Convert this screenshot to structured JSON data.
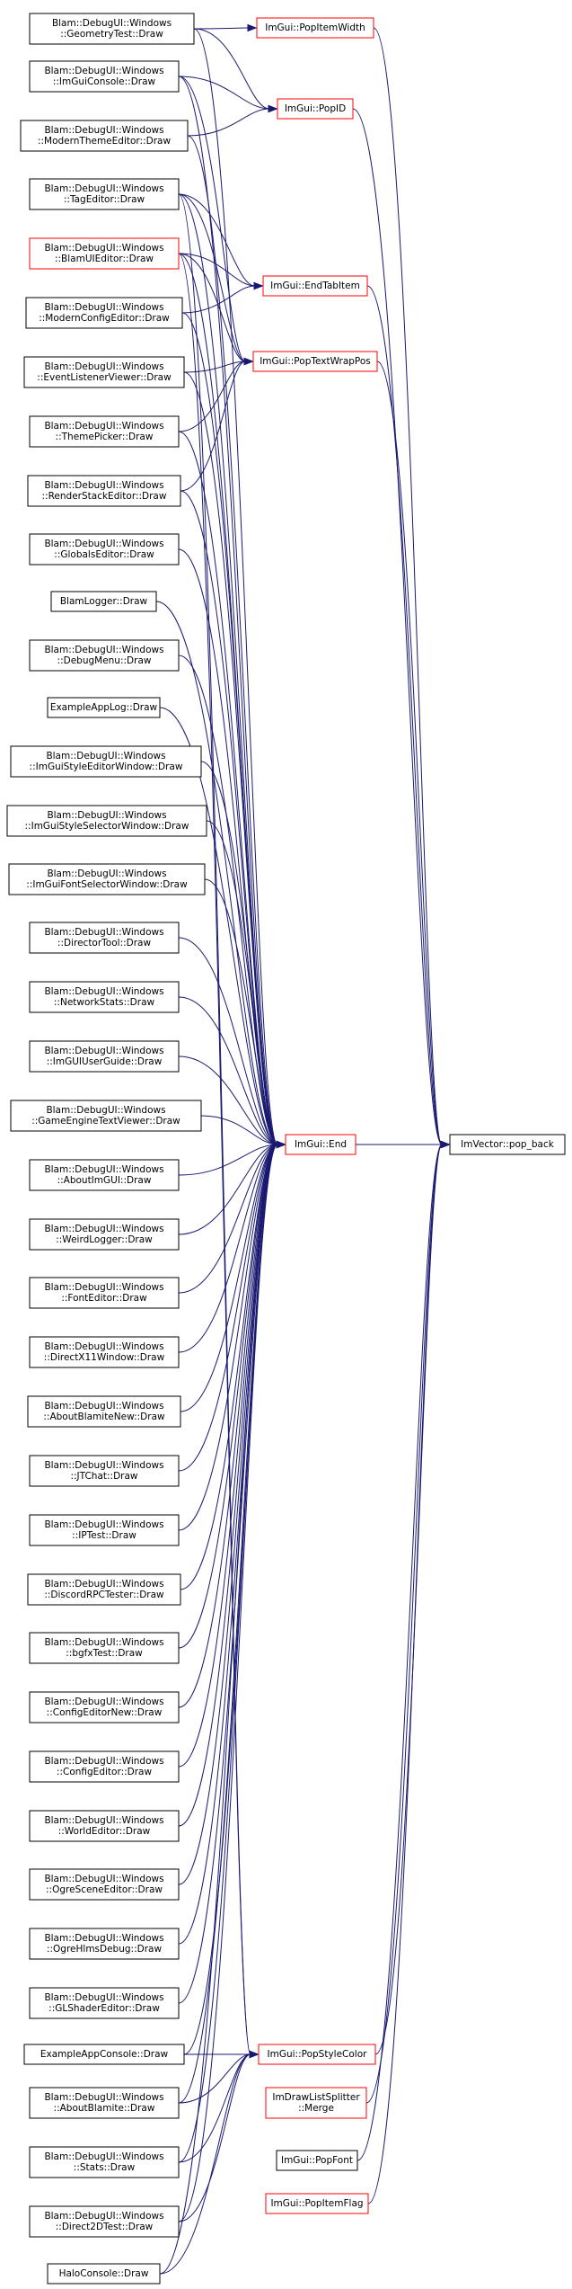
{
  "colors": {
    "edge": "#191970",
    "border_default": "#000000",
    "border_highlight": "#ff0000",
    "fill_selected": "#bfbfbf",
    "fill_default": "#ffffff"
  },
  "nodes": [
    {
      "id": "c1",
      "lines": [
        "Blam::DebugUI::Windows",
        "::GeometryTest::Draw"
      ],
      "border": "black"
    },
    {
      "id": "c2",
      "lines": [
        "Blam::DebugUI::Windows",
        "::ImGuiConsole::Draw"
      ],
      "border": "black"
    },
    {
      "id": "c3",
      "lines": [
        "Blam::DebugUI::Windows",
        "::ModernThemeEditor::Draw"
      ],
      "border": "black"
    },
    {
      "id": "c4",
      "lines": [
        "Blam::DebugUI::Windows",
        "::TagEditor::Draw"
      ],
      "border": "black"
    },
    {
      "id": "c5",
      "lines": [
        "Blam::DebugUI::Windows",
        "::BlamUIEditor::Draw"
      ],
      "border": "red"
    },
    {
      "id": "c6",
      "lines": [
        "Blam::DebugUI::Windows",
        "::ModernConfigEditor::Draw"
      ],
      "border": "black"
    },
    {
      "id": "c7",
      "lines": [
        "Blam::DebugUI::Windows",
        "::EventListenerViewer::Draw"
      ],
      "border": "black"
    },
    {
      "id": "c8",
      "lines": [
        "Blam::DebugUI::Windows",
        "::ThemePicker::Draw"
      ],
      "border": "black"
    },
    {
      "id": "c9",
      "lines": [
        "Blam::DebugUI::Windows",
        "::RenderStackEditor::Draw"
      ],
      "border": "black"
    },
    {
      "id": "c10",
      "lines": [
        "Blam::DebugUI::Windows",
        "::GlobalsEditor::Draw"
      ],
      "border": "black"
    },
    {
      "id": "c11",
      "lines": [
        "BlamLogger::Draw"
      ],
      "border": "black"
    },
    {
      "id": "c12",
      "lines": [
        "Blam::DebugUI::Windows",
        "::DebugMenu::Draw"
      ],
      "border": "black"
    },
    {
      "id": "c13",
      "lines": [
        "ExampleAppLog::Draw"
      ],
      "border": "black"
    },
    {
      "id": "c14",
      "lines": [
        "Blam::DebugUI::Windows",
        "::ImGuiStyleEditorWindow::Draw"
      ],
      "border": "black"
    },
    {
      "id": "c15",
      "lines": [
        "Blam::DebugUI::Windows",
        "::ImGuiStyleSelectorWindow::Draw"
      ],
      "border": "black"
    },
    {
      "id": "c16",
      "lines": [
        "Blam::DebugUI::Windows",
        "::ImGuiFontSelectorWindow::Draw"
      ],
      "border": "black"
    },
    {
      "id": "c17",
      "lines": [
        "Blam::DebugUI::Windows",
        "::DirectorTool::Draw"
      ],
      "border": "black"
    },
    {
      "id": "c18",
      "lines": [
        "Blam::DebugUI::Windows",
        "::NetworkStats::Draw"
      ],
      "border": "black"
    },
    {
      "id": "c19",
      "lines": [
        "Blam::DebugUI::Windows",
        "::ImGUIUserGuide::Draw"
      ],
      "border": "black"
    },
    {
      "id": "c20",
      "lines": [
        "Blam::DebugUI::Windows",
        "::GameEngineTextViewer::Draw"
      ],
      "border": "black"
    },
    {
      "id": "c21",
      "lines": [
        "Blam::DebugUI::Windows",
        "::AboutImGUI::Draw"
      ],
      "border": "black"
    },
    {
      "id": "c22",
      "lines": [
        "Blam::DebugUI::Windows",
        "::WeirdLogger::Draw"
      ],
      "border": "black"
    },
    {
      "id": "c23",
      "lines": [
        "Blam::DebugUI::Windows",
        "::FontEditor::Draw"
      ],
      "border": "black"
    },
    {
      "id": "c24",
      "lines": [
        "Blam::DebugUI::Windows",
        "::DirectX11Window::Draw"
      ],
      "border": "black"
    },
    {
      "id": "c25",
      "lines": [
        "Blam::DebugUI::Windows",
        "::AboutBlamiteNew::Draw"
      ],
      "border": "black"
    },
    {
      "id": "c26",
      "lines": [
        "Blam::DebugUI::Windows",
        "::JTChat::Draw"
      ],
      "border": "black"
    },
    {
      "id": "c27",
      "lines": [
        "Blam::DebugUI::Windows",
        "::IPTest::Draw"
      ],
      "border": "black"
    },
    {
      "id": "c28",
      "lines": [
        "Blam::DebugUI::Windows",
        "::DiscordRPCTester::Draw"
      ],
      "border": "black"
    },
    {
      "id": "c29",
      "lines": [
        "Blam::DebugUI::Windows",
        "::bgfxTest::Draw"
      ],
      "border": "black"
    },
    {
      "id": "c30",
      "lines": [
        "Blam::DebugUI::Windows",
        "::ConfigEditorNew::Draw"
      ],
      "border": "black"
    },
    {
      "id": "c31",
      "lines": [
        "Blam::DebugUI::Windows",
        "::ConfigEditor::Draw"
      ],
      "border": "black"
    },
    {
      "id": "c32",
      "lines": [
        "Blam::DebugUI::Windows",
        "::WorldEditor::Draw"
      ],
      "border": "black"
    },
    {
      "id": "c33",
      "lines": [
        "Blam::DebugUI::Windows",
        "::OgreSceneEditor::Draw"
      ],
      "border": "black"
    },
    {
      "id": "c34",
      "lines": [
        "Blam::DebugUI::Windows",
        "::OgreHlmsDebug::Draw"
      ],
      "border": "black"
    },
    {
      "id": "c35",
      "lines": [
        "Blam::DebugUI::Windows",
        "::GLShaderEditor::Draw"
      ],
      "border": "black"
    },
    {
      "id": "c36",
      "lines": [
        "ExampleAppConsole::Draw"
      ],
      "border": "black"
    },
    {
      "id": "c37",
      "lines": [
        "Blam::DebugUI::Windows",
        "::AboutBlamite::Draw"
      ],
      "border": "black"
    },
    {
      "id": "c38",
      "lines": [
        "Blam::DebugUI::Windows",
        "::Stats::Draw"
      ],
      "border": "black"
    },
    {
      "id": "c39",
      "lines": [
        "Blam::DebugUI::Windows",
        "::Direct2DTest::Draw"
      ],
      "border": "black"
    },
    {
      "id": "c40",
      "lines": [
        "HaloConsole::Draw"
      ],
      "border": "black"
    },
    {
      "id": "m1",
      "lines": [
        "ImGui::PopItemWidth"
      ],
      "border": "red"
    },
    {
      "id": "m2",
      "lines": [
        "ImGui::PopID"
      ],
      "border": "red"
    },
    {
      "id": "m3",
      "lines": [
        "ImGui::EndTabItem"
      ],
      "border": "red"
    },
    {
      "id": "m4",
      "lines": [
        "ImGui::PopTextWrapPos"
      ],
      "border": "red"
    },
    {
      "id": "m5",
      "lines": [
        "ImGui::End"
      ],
      "border": "red"
    },
    {
      "id": "m6",
      "lines": [
        "ImGui::PopStyleColor"
      ],
      "border": "red"
    },
    {
      "id": "m7",
      "lines": [
        "ImDrawListSplitter",
        "::Merge"
      ],
      "border": "red"
    },
    {
      "id": "m8",
      "lines": [
        "ImGui::PopFont"
      ],
      "border": "black"
    },
    {
      "id": "m9",
      "lines": [
        "ImGui::PopItemFlag"
      ],
      "border": "red"
    },
    {
      "id": "t",
      "lines": [
        "ImVector::pop_back"
      ],
      "border": "black",
      "selected": true
    }
  ],
  "edges": [
    [
      "m1",
      "t"
    ],
    [
      "m2",
      "t"
    ],
    [
      "m3",
      "t"
    ],
    [
      "m4",
      "t"
    ],
    [
      "m5",
      "t"
    ],
    [
      "m6",
      "t"
    ],
    [
      "m7",
      "t"
    ],
    [
      "m8",
      "t"
    ],
    [
      "m9",
      "t"
    ],
    [
      "c1",
      "m1"
    ],
    [
      "c2",
      "m2"
    ],
    [
      "c3",
      "m2"
    ],
    [
      "c1",
      "m2"
    ],
    [
      "c4",
      "m3"
    ],
    [
      "c5",
      "m3"
    ],
    [
      "c6",
      "m3"
    ],
    [
      "c7",
      "m4"
    ],
    [
      "c8",
      "m4"
    ],
    [
      "c9",
      "m4"
    ],
    [
      "c5",
      "m4"
    ],
    [
      "c4",
      "m4"
    ],
    [
      "c2",
      "m4"
    ],
    [
      "c1",
      "m5"
    ],
    [
      "c2",
      "m5"
    ],
    [
      "c3",
      "m5"
    ],
    [
      "c4",
      "m5"
    ],
    [
      "c5",
      "m5"
    ],
    [
      "c6",
      "m5"
    ],
    [
      "c7",
      "m5"
    ],
    [
      "c8",
      "m5"
    ],
    [
      "c9",
      "m5"
    ],
    [
      "c10",
      "m5"
    ],
    [
      "c11",
      "m5"
    ],
    [
      "c12",
      "m5"
    ],
    [
      "c13",
      "m5"
    ],
    [
      "c14",
      "m5"
    ],
    [
      "c15",
      "m5"
    ],
    [
      "c16",
      "m5"
    ],
    [
      "c17",
      "m5"
    ],
    [
      "c18",
      "m5"
    ],
    [
      "c19",
      "m5"
    ],
    [
      "c20",
      "m5"
    ],
    [
      "c21",
      "m5"
    ],
    [
      "c22",
      "m5"
    ],
    [
      "c23",
      "m5"
    ],
    [
      "c24",
      "m5"
    ],
    [
      "c25",
      "m5"
    ],
    [
      "c26",
      "m5"
    ],
    [
      "c27",
      "m5"
    ],
    [
      "c28",
      "m5"
    ],
    [
      "c29",
      "m5"
    ],
    [
      "c30",
      "m5"
    ],
    [
      "c31",
      "m5"
    ],
    [
      "c32",
      "m5"
    ],
    [
      "c33",
      "m5"
    ],
    [
      "c34",
      "m5"
    ],
    [
      "c35",
      "m5"
    ],
    [
      "c36",
      "m5"
    ],
    [
      "c37",
      "m5"
    ],
    [
      "c38",
      "m5"
    ],
    [
      "c39",
      "m5"
    ],
    [
      "c40",
      "m5"
    ],
    [
      "c36",
      "m6"
    ],
    [
      "c37",
      "m6"
    ],
    [
      "c38",
      "m6"
    ],
    [
      "c39",
      "m6"
    ],
    [
      "c40",
      "m6"
    ],
    [
      "c5",
      "m6"
    ],
    [
      "c4",
      "m6"
    ]
  ]
}
